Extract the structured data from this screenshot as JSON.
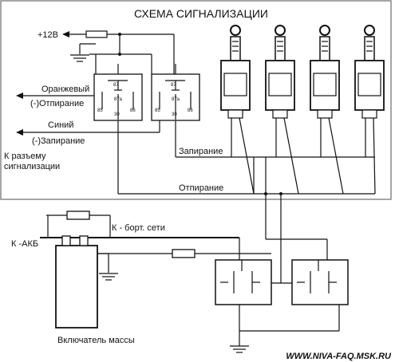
{
  "title": "СХЕМА СИГНАЛИЗАЦИИ",
  "labels": {
    "plus12": "+12В",
    "orange": "Оранжевый",
    "unlock_wire": "(-)Отпирание",
    "blue": "Синий",
    "lock_wire": "(-)Запирание",
    "connector_1": "К разъему",
    "connector_2": "сигнализации",
    "lock_bus": "Запирание",
    "unlock_bus": "Отпирание",
    "board_net": "К - борт. сети",
    "to_battery": "К -АКБ",
    "mass_switch": "Включатель массы",
    "website": "WWW.NIVA-FAQ.MSK.RU"
  },
  "relay_pins": {
    "r85": "85",
    "r86": "86",
    "r87": "87",
    "r87a": "87a",
    "r30": "30"
  },
  "colors": {
    "line": "#111111",
    "panel_border": "#888888",
    "background": "#ffffff"
  }
}
